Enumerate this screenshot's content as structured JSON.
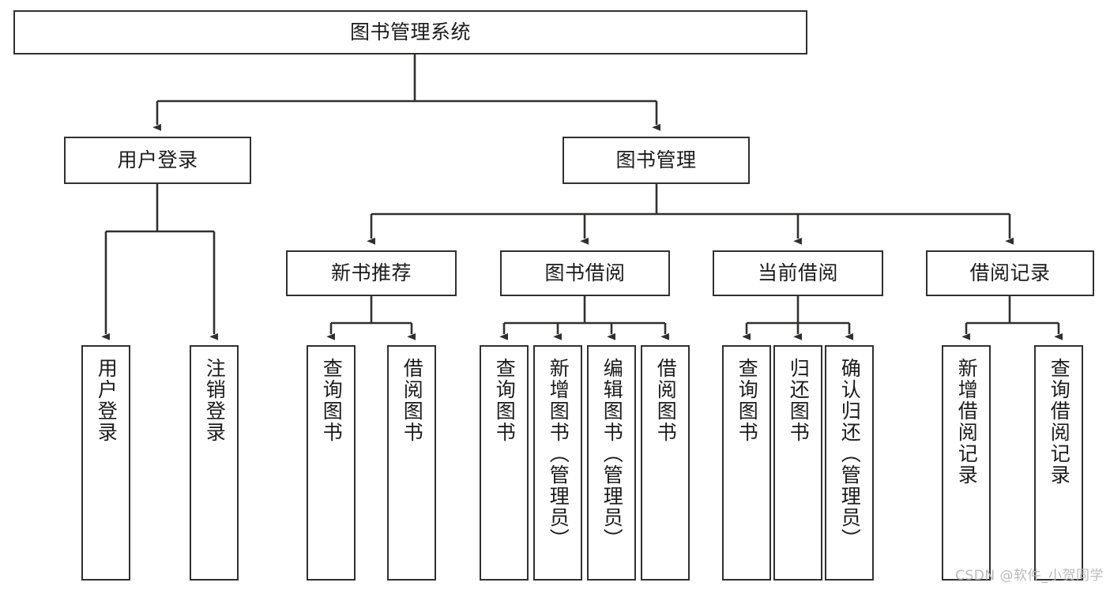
{
  "diagram": {
    "title": "图书管理系统",
    "watermark": "CSDN @软件_小贺同学",
    "colors": {
      "box_border": "#30302f",
      "box_fill": "#ffffff",
      "edge": "#30302f",
      "text": "#1b1b1b",
      "watermark": "#b9b9b9",
      "background": "#ffffff"
    },
    "root": {
      "label": "图书管理系统"
    },
    "level2": [
      {
        "label": "用户登录"
      },
      {
        "label": "图书管理"
      }
    ],
    "level3": [
      {
        "label": "新书推荐"
      },
      {
        "label": "图书借阅"
      },
      {
        "label": "当前借阅"
      },
      {
        "label": "借阅记录"
      }
    ],
    "leaves": {
      "user_login": [
        {
          "label": "用户登录"
        },
        {
          "label": "注销登录"
        }
      ],
      "new_book_recommend": [
        {
          "label": "查询图书"
        },
        {
          "label": "借阅图书"
        }
      ],
      "book_borrow": [
        {
          "label": "查询图书"
        },
        {
          "label": "新增图书（管理员）"
        },
        {
          "label": "编辑图书（管理员）"
        },
        {
          "label": "借阅图书"
        }
      ],
      "current_borrow": [
        {
          "label": "查询图书"
        },
        {
          "label": "归还图书"
        },
        {
          "label": "确认归还（管理员）"
        }
      ],
      "borrow_record": [
        {
          "label": "新增借阅记录"
        },
        {
          "label": "查询借阅记录"
        }
      ]
    }
  }
}
